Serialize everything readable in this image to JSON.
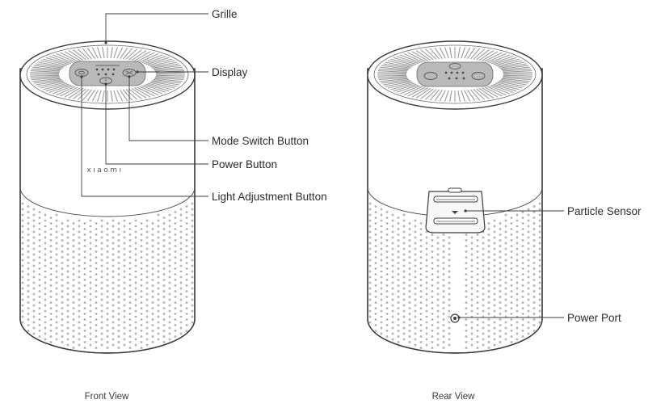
{
  "front_view": {
    "caption": "Front View",
    "brand_mark": "xıaomı",
    "labels": {
      "grille": "Grille",
      "display": "Display",
      "mode_switch_button": "Mode Switch Button",
      "power_button": "Power Button",
      "light_adjustment_button": "Light Adjustment Button"
    }
  },
  "rear_view": {
    "caption": "Rear View",
    "labels": {
      "particle_sensor": "Particle Sensor",
      "power_port": "Power Port"
    }
  }
}
